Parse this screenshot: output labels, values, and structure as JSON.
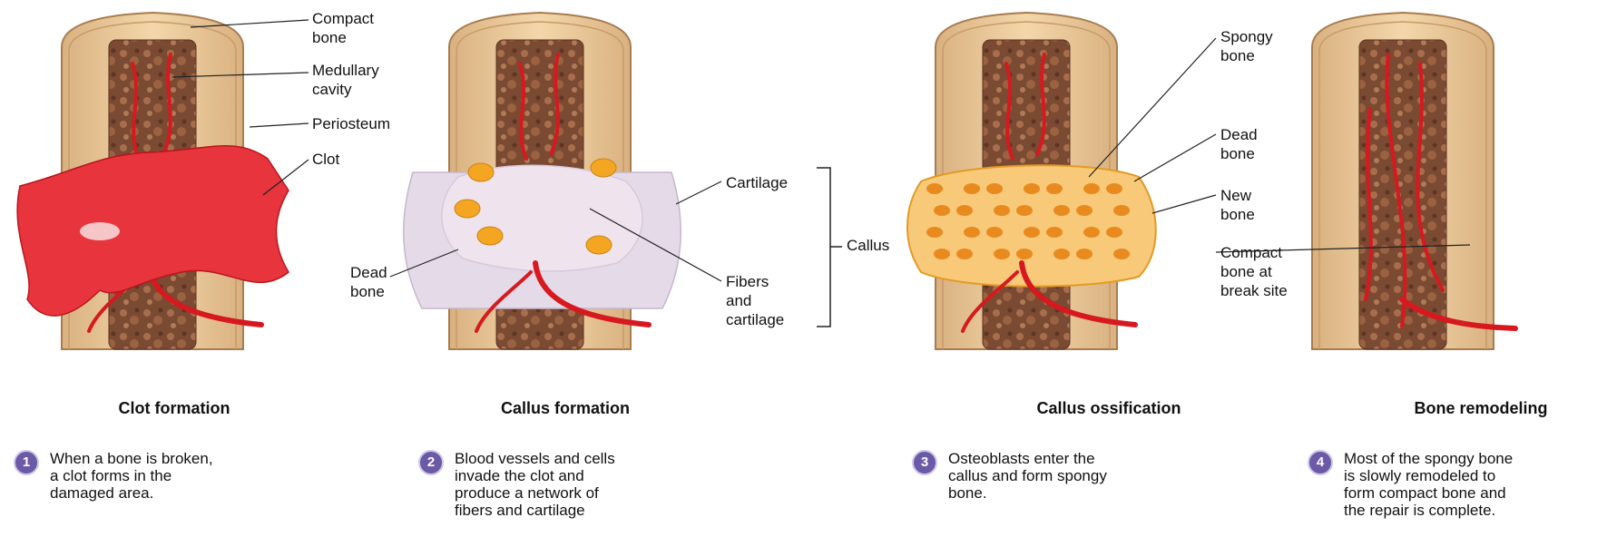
{
  "diagram": {
    "colors": {
      "bone": "#efcf9e",
      "bone_edge": "#a97c4e",
      "marrow": "#7a4a33",
      "vessel": "#d7191f",
      "clot": "#e8343c",
      "cartilage": "#efe3ee",
      "callus_orange": "#f4a623",
      "badge": "#6b5aa6"
    },
    "labels": {
      "compact_bone": "Compact\nbone",
      "medullary_cavity": "Medullary\ncavity",
      "periosteum": "Periosteum",
      "clot": "Clot",
      "cartilage": "Cartilage",
      "callus": "Callus",
      "dead_bone_2": "Dead\nbone",
      "fibers_cartilage": "Fibers\nand\ncartilage",
      "spongy_bone": "Spongy\nbone",
      "dead_bone_3": "Dead\nbone",
      "new_bone": "New\nbone",
      "compact_break": "Compact\nbone at\nbreak site"
    },
    "stages": [
      {
        "number": "1",
        "title": "Clot formation",
        "description": "When a bone is broken,\na clot forms in the\ndamaged area."
      },
      {
        "number": "2",
        "title": "Callus formation",
        "description": "Blood vessels and cells\ninvade the clot and\nproduce a network of\nfibers and cartilage"
      },
      {
        "number": "3",
        "title": "Callus ossification",
        "description": "Osteoblasts enter the\ncallus and form spongy\nbone."
      },
      {
        "number": "4",
        "title": "Bone remodeling",
        "description": "Most of the spongy bone\nis slowly remodeled to\nform compact bone and\nthe repair is complete."
      }
    ]
  }
}
